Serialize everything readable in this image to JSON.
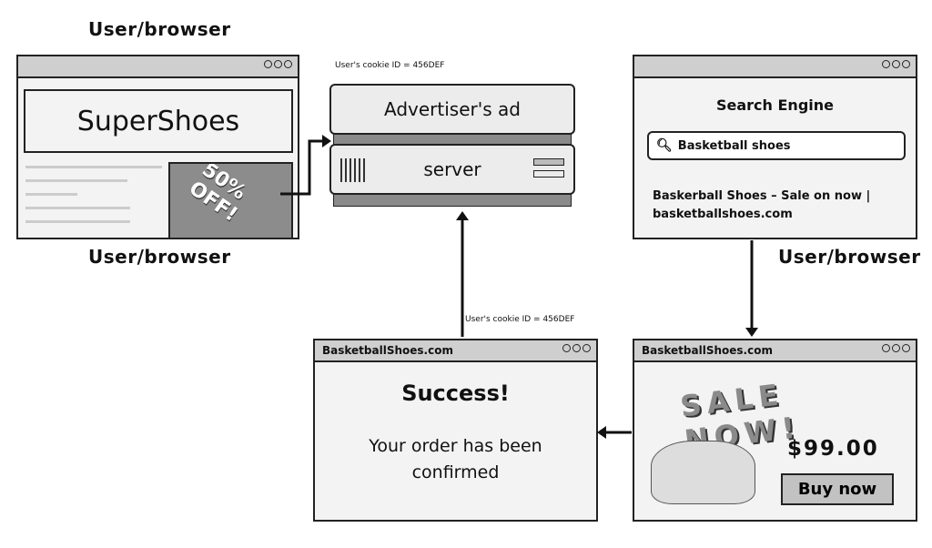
{
  "labels": {
    "top_left": "User/browser",
    "mid_left": "User/browser",
    "right": "User/browser"
  },
  "cookie_top": "User's cookie ID = 456DEF",
  "cookie_mid": "User's cookie ID = 456DEF",
  "supershoes": {
    "title": "SuperShoes",
    "ad_text": "50% OFF!"
  },
  "server": {
    "top": "Advertiser's ad",
    "bottom": "server"
  },
  "search": {
    "title": "Search Engine",
    "query": "Basketball shoes",
    "result_line1": "Baskerball Shoes – Sale on now |",
    "result_line2": "basketballshoes.com"
  },
  "success": {
    "site": "BasketballShoes.com",
    "heading": "Success!",
    "line1": "Your order has been",
    "line2": "confirmed"
  },
  "sale": {
    "site": "BasketballShoes.com",
    "banner": "SALE NOW!",
    "price": "$99.00",
    "button": "Buy now"
  },
  "icons": {
    "window_controls": "three-circles",
    "search": "magnifier-icon"
  }
}
